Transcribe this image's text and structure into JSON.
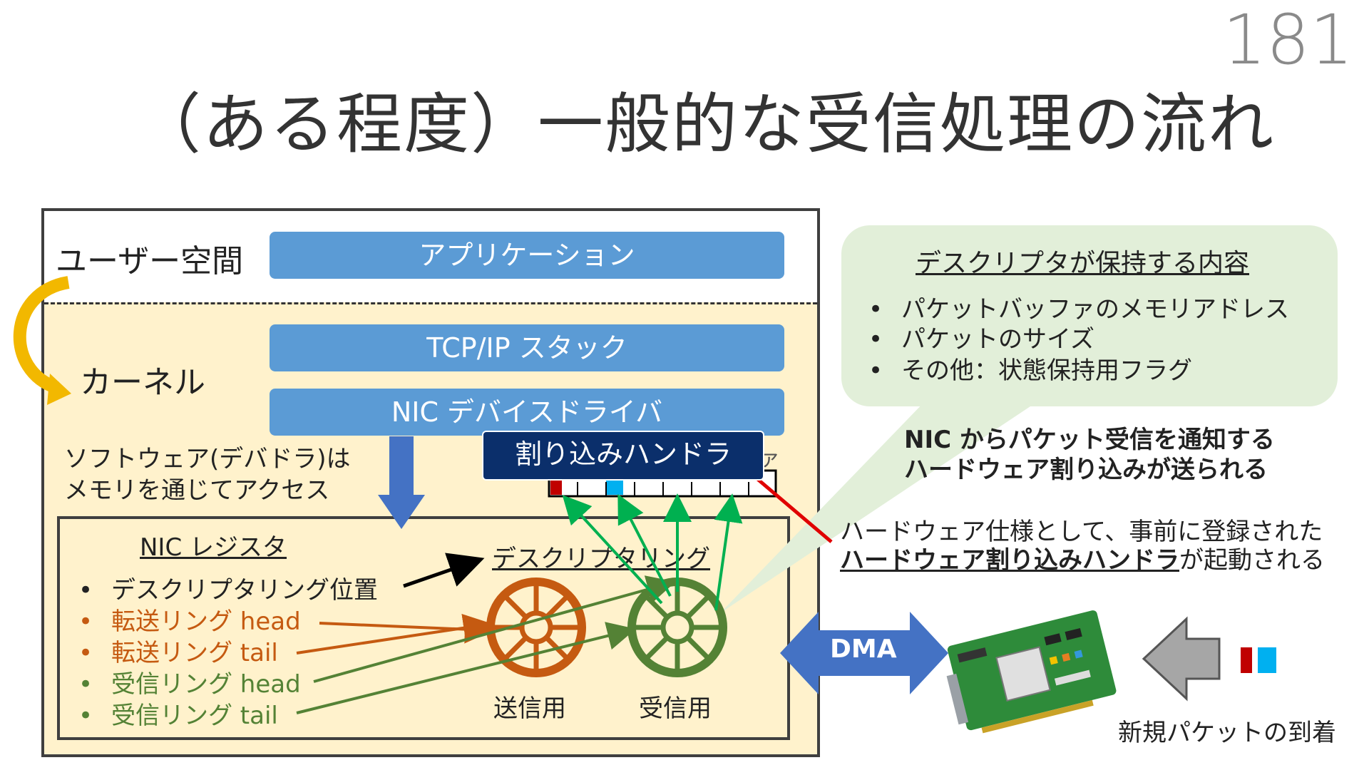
{
  "slide": {
    "number": "181",
    "title": "（ある程度）一般的な受信処理の流れ"
  },
  "system": {
    "user_space_label": "ユーザー空間",
    "application": "アプリケーション",
    "kernel_label": "カーネル",
    "tcpip_stack": "TCP/IP スタック",
    "device_driver": "NIC デバイスドライバ",
    "interrupt_handler": "割り込みハンドラ",
    "buffer_partial": "ァ",
    "software_note_line1": "ソフトウェア(デバドラ)は",
    "software_note_line2": "メモリを通じてアクセス"
  },
  "nic_register": {
    "title": "NIC レジスタ",
    "items": [
      {
        "label": "デスクリプタリング位置",
        "color": "#222222"
      },
      {
        "label": "転送リング head",
        "color": "#c55a11"
      },
      {
        "label": "転送リング tail",
        "color": "#c55a11"
      },
      {
        "label": "受信リング head",
        "color": "#548235"
      },
      {
        "label": "受信リング tail",
        "color": "#548235"
      }
    ],
    "descriptor_ring_label": "デスクリプタリング",
    "tx_label": "送信用",
    "rx_label": "受信用"
  },
  "callout": {
    "title": "デスクリプタが保持する内容",
    "items": [
      "パケットバッファのメモリアドレス",
      "パケットのサイズ",
      "その他：状態保持用フラグ"
    ]
  },
  "notes": {
    "interrupt_line1": "NIC からパケット受信を通知する",
    "interrupt_line2": "ハードウェア割り込みが送られる",
    "handler_line1": "ハードウェア仕様として、事前に登録された",
    "handler_line2_bold": "ハードウェア割り込みハンドラ",
    "handler_line2_rest": "が起動される"
  },
  "dma_label": "DMA",
  "arrival_label": "新規パケットの到着",
  "bullet_symbol": "•",
  "colors": {
    "blue_bar": "#5b9bd5",
    "handler": "#0b2f6b",
    "kernel_bg": "#fff2cc",
    "tx_ring": "#c55a11",
    "rx_ring": "#548235",
    "callout_bg": "#e2efd9",
    "dma_arrow": "#4472c4"
  }
}
